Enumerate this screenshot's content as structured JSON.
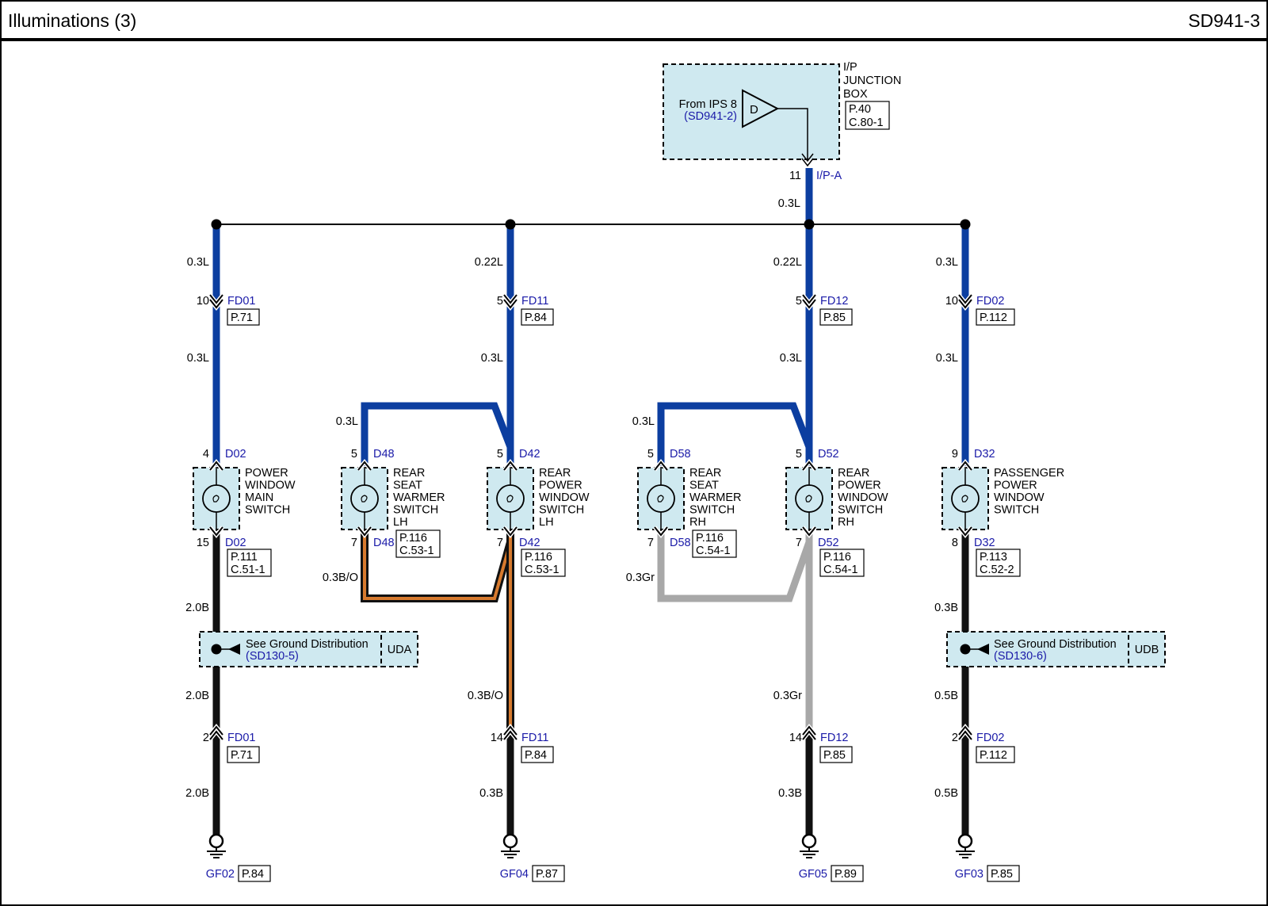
{
  "header": {
    "title": "Illuminations (3)",
    "page_code": "SD941-3"
  },
  "colors": {
    "wire_blue": "#0c3ea0",
    "wire_black": "#111111",
    "wire_gray": "#a8a8a8",
    "wire_orange": "#d77a2e",
    "component_fill": "#cfe9f0",
    "connector_text": "#1a1aa8"
  },
  "junction_box": {
    "name_lines": [
      "I/P",
      "JUNCTION",
      "BOX"
    ],
    "ref_lines": [
      "P.40",
      "C.80-1"
    ],
    "source_label": "From IPS 8",
    "source_ref": "(SD941-2)",
    "driver_letter": "D",
    "out_pin": "11",
    "out_connector": "I/P-A",
    "out_wire": "0.3L"
  },
  "branches": [
    {
      "wire_top": "0.3L",
      "pin_upper": "10",
      "conn_upper": "FD01",
      "ref_upper": "P.71",
      "wire_mid": "0.3L",
      "pin_in": "4",
      "conn_in": "D02",
      "component_lines": [
        "POWER",
        "WINDOW",
        "MAIN",
        "SWITCH"
      ],
      "pin_out": "15",
      "conn_out": "D02",
      "ref_comp": [
        "P.111",
        "C.51-1"
      ],
      "wire_out": "2.0B",
      "ground_label": "See Ground Distribution",
      "ground_ref": "(SD130-5)",
      "ground_code": "UDA",
      "wire_low1": "2.0B",
      "pin_lower": "2",
      "conn_lower": "FD01",
      "ref_lower": "P.71",
      "wire_low2": "2.0B",
      "gnd_name": "GF02",
      "gnd_ref": "P.84"
    },
    {
      "wire_top": "0.22L",
      "pin_upper": "5",
      "conn_upper": "FD11",
      "ref_upper": "P.84",
      "wire_mid": "0.3L",
      "pin_in": "5",
      "conn_in": "D42",
      "component_lines": [
        "REAR",
        "POWER",
        "WINDOW",
        "SWITCH",
        "LH"
      ],
      "pin_out": "7",
      "conn_out": "D42",
      "ref_comp": [
        "P.116",
        "C.53-1"
      ],
      "wire_out": "0.3B/O",
      "wire_low1": "",
      "pin_lower": "14",
      "conn_lower": "FD11",
      "ref_lower": "P.84",
      "wire_low2": "0.3B",
      "gnd_name": "GF04",
      "gnd_ref": "P.87"
    },
    {
      "wire_top": "0.22L",
      "pin_upper": "5",
      "conn_upper": "FD12",
      "ref_upper": "P.85",
      "wire_mid": "0.3L",
      "pin_in": "5",
      "conn_in": "D52",
      "component_lines": [
        "REAR",
        "POWER",
        "WINDOW",
        "SWITCH",
        "RH"
      ],
      "pin_out": "7",
      "conn_out": "D52",
      "ref_comp": [
        "P.116",
        "C.54-1"
      ],
      "wire_out": "0.3Gr",
      "wire_low1": "",
      "pin_lower": "14",
      "conn_lower": "FD12",
      "ref_lower": "P.85",
      "wire_low2": "0.3B",
      "gnd_name": "GF05",
      "gnd_ref": "P.89"
    },
    {
      "wire_top": "0.3L",
      "pin_upper": "10",
      "conn_upper": "FD02",
      "ref_upper": "P.112",
      "wire_mid": "0.3L",
      "pin_in": "9",
      "conn_in": "D32",
      "component_lines": [
        "PASSENGER",
        "POWER",
        "WINDOW",
        "SWITCH"
      ],
      "pin_out": "8",
      "conn_out": "D32",
      "ref_comp": [
        "P.113",
        "C.52-2"
      ],
      "wire_out": "0.3B",
      "ground_label": "See Ground Distribution",
      "ground_ref": "(SD130-6)",
      "ground_code": "UDB",
      "wire_low1": "0.5B",
      "pin_lower": "2",
      "conn_lower": "FD02",
      "ref_lower": "P.112",
      "wire_low2": "0.5B",
      "gnd_name": "GF03",
      "gnd_ref": "P.85"
    }
  ],
  "seat_warmers": [
    {
      "wire_in": "0.3L",
      "pin_in": "5",
      "conn_in": "D48",
      "component_lines": [
        "REAR",
        "SEAT",
        "WARMER",
        "SWITCH",
        "LH"
      ],
      "pin_out": "7",
      "conn_out": "D48",
      "ref_comp": [
        "P.116",
        "C.53-1"
      ],
      "wire_out": "0.3B/O"
    },
    {
      "wire_in": "0.3L",
      "pin_in": "5",
      "conn_in": "D58",
      "component_lines": [
        "REAR",
        "SEAT",
        "WARMER",
        "SWITCH",
        "RH"
      ],
      "pin_out": "7",
      "conn_out": "D58",
      "ref_comp": [
        "P.116",
        "C.54-1"
      ],
      "wire_out": "0.3Gr"
    }
  ]
}
